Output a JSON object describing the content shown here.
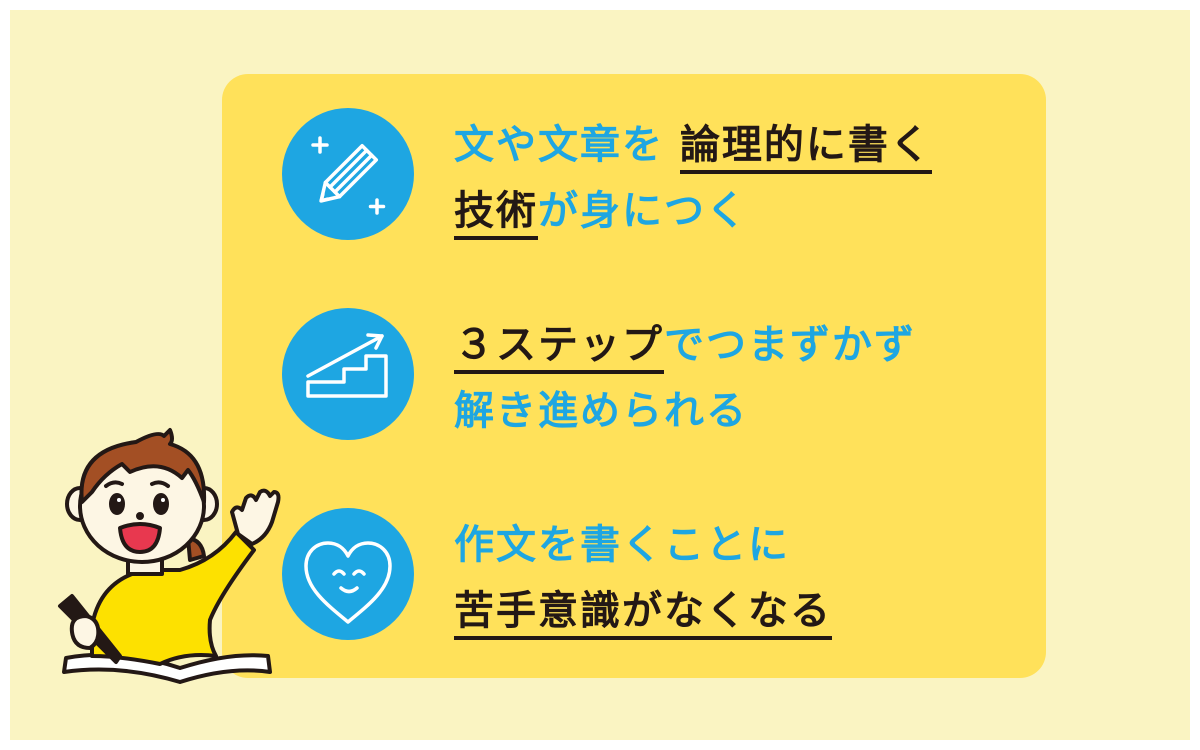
{
  "colors": {
    "outer_background": "#faf4c2",
    "card_background": "#ffe15a",
    "accent_blue": "#1ea6e2",
    "text_dark": "#231815"
  },
  "features": [
    {
      "icon": "pencil-sparkle-icon",
      "lines": [
        [
          {
            "text": "文や文章を",
            "style": "blue"
          },
          {
            "text": " ",
            "style": "blue"
          },
          {
            "text": "論理的に書く",
            "style": "underline"
          }
        ],
        [
          {
            "text": "技術",
            "style": "underline"
          },
          {
            "text": "が身につく",
            "style": "blue"
          }
        ]
      ]
    },
    {
      "icon": "stairs-arrow-up-icon",
      "lines": [
        [
          {
            "text": "３ステップ",
            "style": "underline"
          },
          {
            "text": "でつまずかず",
            "style": "blue"
          }
        ],
        [
          {
            "text": "解き進められる",
            "style": "blue"
          }
        ]
      ]
    },
    {
      "icon": "smiling-heart-icon",
      "lines": [
        [
          {
            "text": "作文を書くことに",
            "style": "blue"
          }
        ],
        [
          {
            "text": "苦手意識がなくなる",
            "style": "underline"
          }
        ]
      ]
    }
  ]
}
